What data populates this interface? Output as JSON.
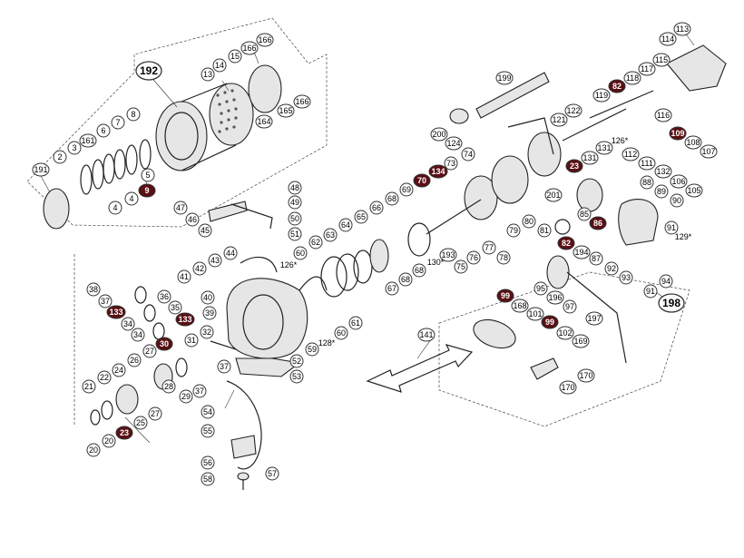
{
  "diagram": {
    "parts": [
      {
        "id": "191",
        "num": "191",
        "style": "normal"
      },
      {
        "id": "192",
        "num": "192",
        "style": "big"
      },
      {
        "id": "2",
        "num": "2",
        "style": "normal"
      },
      {
        "id": "3",
        "num": "3",
        "style": "normal"
      },
      {
        "id": "161",
        "num": "161",
        "style": "normal"
      },
      {
        "id": "6",
        "num": "6",
        "style": "normal"
      },
      {
        "id": "7",
        "num": "7",
        "style": "normal"
      },
      {
        "id": "8",
        "num": "8",
        "style": "normal"
      },
      {
        "id": "5",
        "num": "5",
        "style": "normal"
      },
      {
        "id": "4a",
        "num": "4",
        "style": "normal"
      },
      {
        "id": "4b",
        "num": "4",
        "style": "normal"
      },
      {
        "id": "9",
        "num": "9",
        "style": "dark"
      },
      {
        "id": "13",
        "num": "13",
        "style": "normal"
      },
      {
        "id": "14",
        "num": "14",
        "style": "normal"
      },
      {
        "id": "15",
        "num": "15",
        "style": "normal"
      },
      {
        "id": "166a",
        "num": "166",
        "style": "normal"
      },
      {
        "id": "166b",
        "num": "166",
        "style": "normal"
      },
      {
        "id": "166c",
        "num": "166",
        "style": "normal"
      },
      {
        "id": "164",
        "num": "164",
        "style": "normal"
      },
      {
        "id": "165",
        "num": "165",
        "style": "normal"
      },
      {
        "id": "48",
        "num": "48",
        "style": "normal"
      },
      {
        "id": "49",
        "num": "49",
        "style": "normal"
      },
      {
        "id": "47",
        "num": "47",
        "style": "normal"
      },
      {
        "id": "46",
        "num": "46",
        "style": "normal"
      },
      {
        "id": "45",
        "num": "45",
        "style": "normal"
      },
      {
        "id": "50",
        "num": "50",
        "style": "normal"
      },
      {
        "id": "51",
        "num": "51",
        "style": "normal"
      },
      {
        "id": "44",
        "num": "44",
        "style": "normal"
      },
      {
        "id": "43",
        "num": "43",
        "style": "normal"
      },
      {
        "id": "42",
        "num": "42",
        "style": "normal"
      },
      {
        "id": "41",
        "num": "41",
        "style": "normal"
      },
      {
        "id": "40",
        "num": "40",
        "style": "normal"
      },
      {
        "id": "39",
        "num": "39",
        "style": "normal"
      },
      {
        "id": "38",
        "num": "38",
        "style": "normal"
      },
      {
        "id": "37a",
        "num": "37",
        "style": "normal"
      },
      {
        "id": "36",
        "num": "36",
        "style": "normal"
      },
      {
        "id": "35",
        "num": "35",
        "style": "normal"
      },
      {
        "id": "133a",
        "num": "133",
        "style": "dark"
      },
      {
        "id": "133b",
        "num": "133",
        "style": "dark"
      },
      {
        "id": "34a",
        "num": "34",
        "style": "normal"
      },
      {
        "id": "34b",
        "num": "34",
        "style": "normal"
      },
      {
        "id": "32",
        "num": "32",
        "style": "normal"
      },
      {
        "id": "31",
        "num": "31",
        "style": "normal"
      },
      {
        "id": "30",
        "num": "30",
        "style": "dark"
      },
      {
        "id": "27a",
        "num": "27",
        "style": "normal"
      },
      {
        "id": "26",
        "num": "26",
        "style": "normal"
      },
      {
        "id": "24",
        "num": "24",
        "style": "normal"
      },
      {
        "id": "22",
        "num": "22",
        "style": "normal"
      },
      {
        "id": "21",
        "num": "21",
        "style": "normal"
      },
      {
        "id": "28",
        "num": "28",
        "style": "normal"
      },
      {
        "id": "29",
        "num": "29",
        "style": "normal"
      },
      {
        "id": "27b",
        "num": "27",
        "style": "normal"
      },
      {
        "id": "25",
        "num": "25",
        "style": "normal"
      },
      {
        "id": "20a",
        "num": "20",
        "style": "normal"
      },
      {
        "id": "20b",
        "num": "20",
        "style": "normal"
      },
      {
        "id": "23a",
        "num": "23",
        "style": "dark"
      },
      {
        "id": "37b",
        "num": "37",
        "style": "normal"
      },
      {
        "id": "37c",
        "num": "37",
        "style": "normal"
      },
      {
        "id": "54",
        "num": "54",
        "style": "normal"
      },
      {
        "id": "55",
        "num": "55",
        "style": "normal"
      },
      {
        "id": "56",
        "num": "56",
        "style": "normal"
      },
      {
        "id": "57",
        "num": "57",
        "style": "normal"
      },
      {
        "id": "58",
        "num": "58",
        "style": "normal"
      },
      {
        "id": "52",
        "num": "52",
        "style": "normal"
      },
      {
        "id": "53",
        "num": "53",
        "style": "normal"
      },
      {
        "id": "59",
        "num": "59",
        "style": "normal"
      },
      {
        "id": "60a",
        "num": "60",
        "style": "normal"
      },
      {
        "id": "60b",
        "num": "60",
        "style": "normal"
      },
      {
        "id": "61",
        "num": "61",
        "style": "normal"
      },
      {
        "id": "62",
        "num": "62",
        "style": "normal"
      },
      {
        "id": "63",
        "num": "63",
        "style": "normal"
      },
      {
        "id": "64",
        "num": "64",
        "style": "normal"
      },
      {
        "id": "65",
        "num": "65",
        "style": "normal"
      },
      {
        "id": "66",
        "num": "66",
        "style": "normal"
      },
      {
        "id": "67",
        "num": "67",
        "style": "normal"
      },
      {
        "id": "68a",
        "num": "68",
        "style": "normal"
      },
      {
        "id": "68b",
        "num": "68",
        "style": "normal"
      },
      {
        "id": "68c",
        "num": "68",
        "style": "normal"
      },
      {
        "id": "69",
        "num": "69",
        "style": "normal"
      },
      {
        "id": "70",
        "num": "70",
        "style": "dark"
      },
      {
        "id": "134",
        "num": "134",
        "style": "dark"
      },
      {
        "id": "73",
        "num": "73",
        "style": "normal"
      },
      {
        "id": "74",
        "num": "74",
        "style": "normal"
      },
      {
        "id": "75",
        "num": "75",
        "style": "normal"
      },
      {
        "id": "76",
        "num": "76",
        "style": "normal"
      },
      {
        "id": "77",
        "num": "77",
        "style": "normal"
      },
      {
        "id": "78",
        "num": "78",
        "style": "normal"
      },
      {
        "id": "79",
        "num": "79",
        "style": "normal"
      },
      {
        "id": "80",
        "num": "80",
        "style": "normal"
      },
      {
        "id": "81",
        "num": "81",
        "style": "normal"
      },
      {
        "id": "193",
        "num": "193",
        "style": "normal"
      },
      {
        "id": "130",
        "num": "130*",
        "style": "normal"
      },
      {
        "id": "126a",
        "num": "126*",
        "style": "normal"
      },
      {
        "id": "126b",
        "num": "126*",
        "style": "normal"
      },
      {
        "id": "128",
        "num": "128*",
        "style": "normal"
      },
      {
        "id": "129",
        "num": "129*",
        "style": "normal"
      },
      {
        "id": "199",
        "num": "199",
        "style": "normal"
      },
      {
        "id": "200",
        "num": "200",
        "style": "normal"
      },
      {
        "id": "124",
        "num": "124",
        "style": "normal"
      },
      {
        "id": "121",
        "num": "121",
        "style": "normal"
      },
      {
        "id": "122",
        "num": "122",
        "style": "normal"
      },
      {
        "id": "119",
        "num": "119",
        "style": "normal"
      },
      {
        "id": "82a",
        "num": "82",
        "style": "dark"
      },
      {
        "id": "82b",
        "num": "82",
        "style": "dark"
      },
      {
        "id": "118",
        "num": "118",
        "style": "normal"
      },
      {
        "id": "117",
        "num": "117",
        "style": "normal"
      },
      {
        "id": "116",
        "num": "116",
        "style": "normal"
      },
      {
        "id": "115",
        "num": "115",
        "style": "normal"
      },
      {
        "id": "114",
        "num": "114",
        "style": "normal"
      },
      {
        "id": "113",
        "num": "113",
        "style": "normal"
      },
      {
        "id": "131a",
        "num": "131",
        "style": "normal"
      },
      {
        "id": "131b",
        "num": "131",
        "style": "normal"
      },
      {
        "id": "112",
        "num": "112",
        "style": "normal"
      },
      {
        "id": "111",
        "num": "111",
        "style": "normal"
      },
      {
        "id": "109",
        "num": "109",
        "style": "dark"
      },
      {
        "id": "108",
        "num": "108",
        "style": "normal"
      },
      {
        "id": "107",
        "num": "107",
        "style": "normal"
      },
      {
        "id": "132",
        "num": "132",
        "style": "normal"
      },
      {
        "id": "106",
        "num": "106",
        "style": "normal"
      },
      {
        "id": "105",
        "num": "105",
        "style": "normal"
      },
      {
        "id": "88",
        "num": "88",
        "style": "normal"
      },
      {
        "id": "89",
        "num": "89",
        "style": "normal"
      },
      {
        "id": "90",
        "num": "90",
        "style": "normal"
      },
      {
        "id": "23b",
        "num": "23",
        "style": "dark"
      },
      {
        "id": "201",
        "num": "201",
        "style": "normal"
      },
      {
        "id": "85",
        "num": "85",
        "style": "normal"
      },
      {
        "id": "86",
        "num": "86",
        "style": "dark"
      },
      {
        "id": "91a",
        "num": "91",
        "style": "normal"
      },
      {
        "id": "91b",
        "num": "91",
        "style": "normal"
      },
      {
        "id": "87",
        "num": "87",
        "style": "normal"
      },
      {
        "id": "92",
        "num": "92",
        "style": "normal"
      },
      {
        "id": "93",
        "num": "93",
        "style": "normal"
      },
      {
        "id": "94",
        "num": "94",
        "style": "normal"
      },
      {
        "id": "194",
        "num": "194",
        "style": "normal"
      },
      {
        "id": "95",
        "num": "95",
        "style": "normal"
      },
      {
        "id": "196",
        "num": "196",
        "style": "normal"
      },
      {
        "id": "97",
        "num": "97",
        "style": "normal"
      },
      {
        "id": "198",
        "num": "198",
        "style": "big"
      },
      {
        "id": "99a",
        "num": "99",
        "style": "dark"
      },
      {
        "id": "99b",
        "num": "99",
        "style": "dark"
      },
      {
        "id": "168",
        "num": "168",
        "style": "normal"
      },
      {
        "id": "101",
        "num": "101",
        "style": "normal"
      },
      {
        "id": "102",
        "num": "102",
        "style": "normal"
      },
      {
        "id": "169",
        "num": "169",
        "style": "normal"
      },
      {
        "id": "197",
        "num": "197",
        "style": "normal"
      },
      {
        "id": "170a",
        "num": "170",
        "style": "normal"
      },
      {
        "id": "170b",
        "num": "170",
        "style": "normal"
      },
      {
        "id": "141",
        "num": "141",
        "style": "normal"
      }
    ]
  }
}
